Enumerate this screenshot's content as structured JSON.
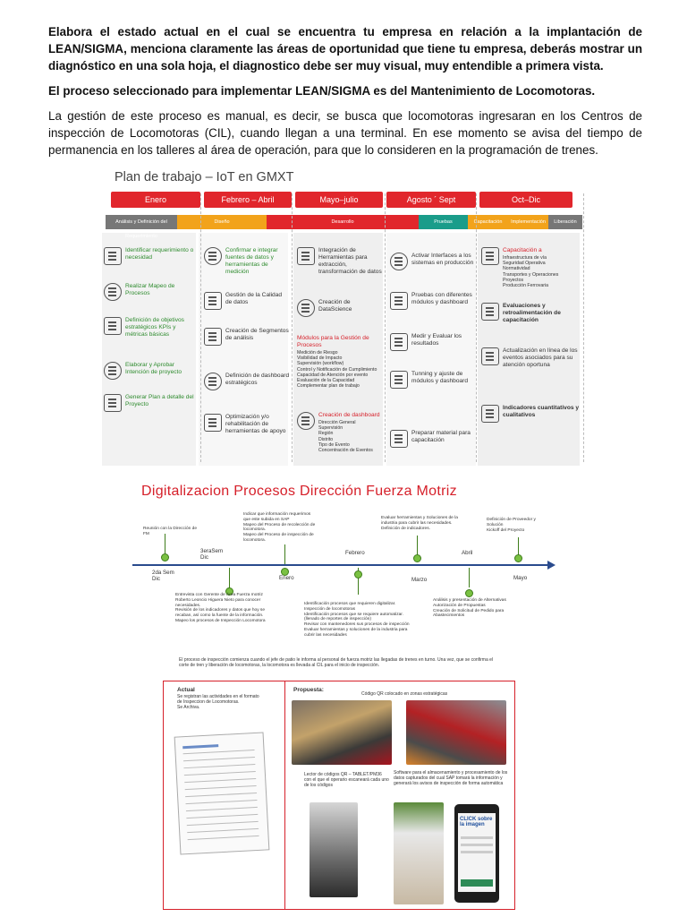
{
  "intro": {
    "p1": "Elabora el estado actual en el cual se encuentra tu empresa en relación a la implantación de LEAN/SIGMA, menciona claramente las áreas de oportunidad que tiene tu empresa, deberás mostrar un diagnóstico en una sola hoja, el diagnostico debe ser muy visual, muy entendible a primera vista.",
    "p2": "El proceso seleccionado para implementar LEAN/SIGMA es del Mantenimiento de Locomotoras.",
    "p3": "La gestión de este proceso es manual, es decir, se busca que locomotoras ingresaran en los Centros de inspección de Locomotoras (CIL), cuando llegan a una terminal. En ese momento se avisa del tiempo de permanencia en los talleres al área de operación, para que lo consideren en la programación de trenes."
  },
  "plan": {
    "title": "Plan de trabajo – IoT en GMXT",
    "phases": [
      "Enero",
      "Febrero – Abril",
      "Mayo–julio",
      "Agosto ´ Sept",
      "Oct–Dic"
    ],
    "stages": [
      "Análisis y Definición del Requerimiento",
      "Diseño",
      "Desarrollo",
      "Pruebas",
      "Capacitación",
      "Implementación",
      "Liberación"
    ],
    "col1": [
      "Identificar requerimiento o necesidad",
      "Realizar Mapeo de Procesos",
      "Definición de objetivos estratégicos KPIs y métricas básicas",
      "Elaborar y Aprobar Intención de proyecto",
      "Generar Plan a detalle del Proyecto"
    ],
    "col2": [
      "Confirmar e integrar fuentes de datos y herramientas de medición",
      "Gestión de la Calidad de datos",
      "Creación de Segmentos de análisis",
      "Definición de dashboard estratégicos",
      "Optimización y/o rehabilitación de herramientas de apoyo"
    ],
    "col3": {
      "a": "Integración de Herramientas para extracción, transformación de datos",
      "b": "Creación de DataScience",
      "c_title": "Módulos para la Gestión de Procesos",
      "c_items": "Medición de Riesgo\nVisibilidad de Impacto\nSupervisión (workflow)\nControl y Notificación de Cumplimiento\nCapacidad de Atención por evento\nEvaluación de la Capacidad\nComplementar plan de trabajo",
      "d_title": "Creación de dashboard",
      "d_items": "Dirección General\nSupervisión\nRegión\nDistrito\nTipo de Evento\nConcentración de Eventos"
    },
    "col4": [
      "Activar Interfaces a los sistemas en producción",
      "Pruebas con diferentes módulos y dashboard",
      "Medir y Evaluar los resultados",
      "Tunning y ajuste de módulos y dashboard",
      "Preparar material para capacitación"
    ],
    "col5": {
      "a_title": "Capacitación a",
      "a_items": "Infraestructura de vía\nSeguridad Operativa\nNormatividad\nTransportes y Operaciones\nProyectos\nProducción Ferrovaria",
      "b": "Evaluaciones y retroalimentación de capacitación",
      "c": "Actualización en línea de los eventos asociados para su atención oportuna",
      "d": "Indicadores cuantitativos y cualitativos"
    }
  },
  "dig": {
    "title": "Digitalizacion Procesos Dirección Fuerza Motriz",
    "labels": [
      "2da Sem Dic",
      "3eraSem Dic",
      "Enero",
      "Febrero",
      "Marzo",
      "Abril",
      "Mayo"
    ],
    "notes_top": [
      "Reunión con la Dirección de FM",
      "Indicar que información requerimos que este subida en SAP\nMapeo del Proceso de recolección de locomotora.\nMapeo del Proceso de inspección de locomotora.",
      "Evaluar herramientas y Soluciones de la industria para cubrir las necesidades.\nDefinición de indicadores.",
      "Definición de Proveedor y Solución\nKickoff del Proyecto"
    ],
    "notes_bottom": [
      "Entrevista con Gerente de Área Fuerza motriz Roberto Leoncio Higuera Nieto para conocer necesidades.\nRevisión de los indicadores y datos que hoy se recaban, así como la fuente de la información.\nMapeo los procesos de Inspección Locomotora",
      "Identificación procesos que requieren digitalizar. Inspección de locomotoras\nIdentificación procesos que se requiere automatizar. (llenado de reportes de inspección)\nRevisar con mantenedores sus procesos de inspección\nEvaluar herramientas y soluciones de la industria para cubrir las necesidades",
      "Análisis y presentación de Alternativas\nAutorización de Propuestas\nCreación de Solicitud de Pedido para Abastecimientos"
    ],
    "process_note": "El proceso de inspección comienza cuando el jefe de patio le informa al personal de fuerza motriz las llegadas de trenes en turno. Una vez, que se confirma el corte de tren y liberación de locomotoras, la locomotora es llevada al CIL para el inicio de inspección.",
    "actual_title": "Actual",
    "actual_text": "Se registran las actividades en el formato de Inspeccion de Locomotoras.\nSe Archiva.",
    "propuesta_title": "Propuesta:",
    "qr_caption": "Código QR colocado en zonas estratégicas",
    "lector_text": "Lector de códigos QR – TABLET/PM36 con el que el operario escaneará cada uno de los códigos",
    "software_text": "Software para el almacenamiento y procesamiento de los datos capturados del cual SAP tomará la información y generará los avisos de inspección de forma automática",
    "click_label": "CLICK sobre la imagen"
  }
}
